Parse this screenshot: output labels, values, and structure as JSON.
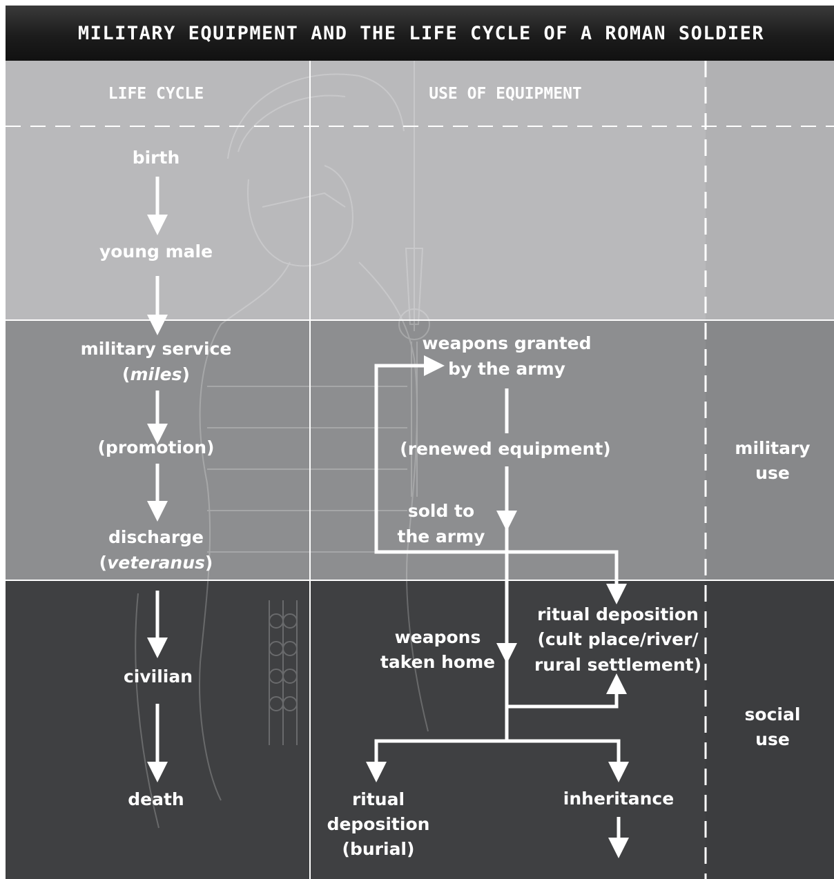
{
  "title": "MILITARY EQUIPMENT AND THE LIFE CYCLE OF A ROMAN SOLDIER",
  "columns": {
    "life_cycle": "LIFE CYCLE",
    "use_of_equipment": "USE OF EQUIPMENT"
  },
  "life_cycle": {
    "birth": "birth",
    "young_male": "young male",
    "military_service": "military service",
    "miles": "miles",
    "promotion": "(promotion)",
    "discharge": "discharge",
    "veteranus": "veteranus",
    "civilian": "civilian",
    "death": "death"
  },
  "equipment": {
    "weapons_granted_1": "weapons granted",
    "weapons_granted_2": "by the army",
    "renewed": "(renewed equipment)",
    "sold_1": "sold to",
    "sold_2": "the army",
    "taken_home_1": "weapons",
    "taken_home_2": "taken home",
    "ritual_dep_1": "ritual deposition",
    "ritual_dep_2": "(cult place/river/",
    "ritual_dep_3": "rural settlement)",
    "burial_1": "ritual",
    "burial_2": "deposition",
    "burial_3": "(burial)",
    "inheritance": "inheritance"
  },
  "zones": {
    "military_1": "military",
    "military_2": "use",
    "social_1": "social",
    "social_2": "use"
  },
  "colors": {
    "title_bar": "#232323",
    "band_top": "#b9b9bb",
    "band_middle": "#8d8e90",
    "band_bottom": "#3f4042",
    "text": "#ffffff"
  }
}
